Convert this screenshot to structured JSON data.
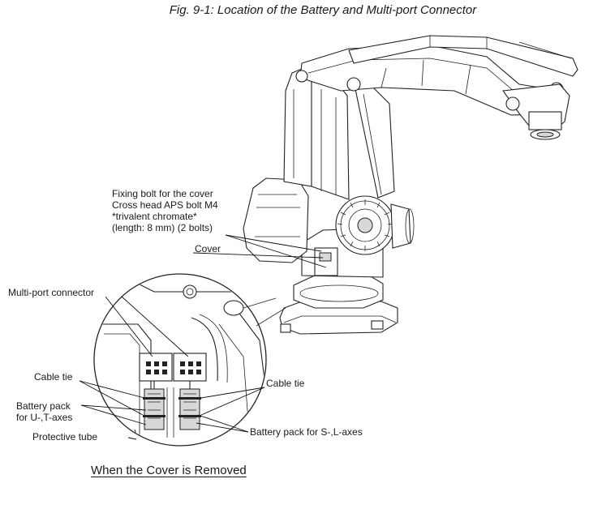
{
  "figure": {
    "title": "Fig. 9-1: Location of the Battery and Multi-port Connector",
    "caption": "When the Cover is Removed"
  },
  "labels": {
    "fixing_bolt_line1": "Fixing bolt for the cover",
    "fixing_bolt_line2": "Cross head APS bolt M4",
    "fixing_bolt_line3": "*trivalent chromate*",
    "fixing_bolt_line4": "(length: 8 mm) (2 bolts)",
    "cover": "Cover",
    "multiport_connector": "Multi-port connector",
    "cable_tie_left": "Cable tie",
    "cable_tie_right": "Cable tie",
    "battery_ut_line1": "Battery pack",
    "battery_ut_line2": "for U-,T-axes",
    "protective_tube": "Protective tube",
    "battery_sl": "Battery pack for S-,L-axes"
  }
}
